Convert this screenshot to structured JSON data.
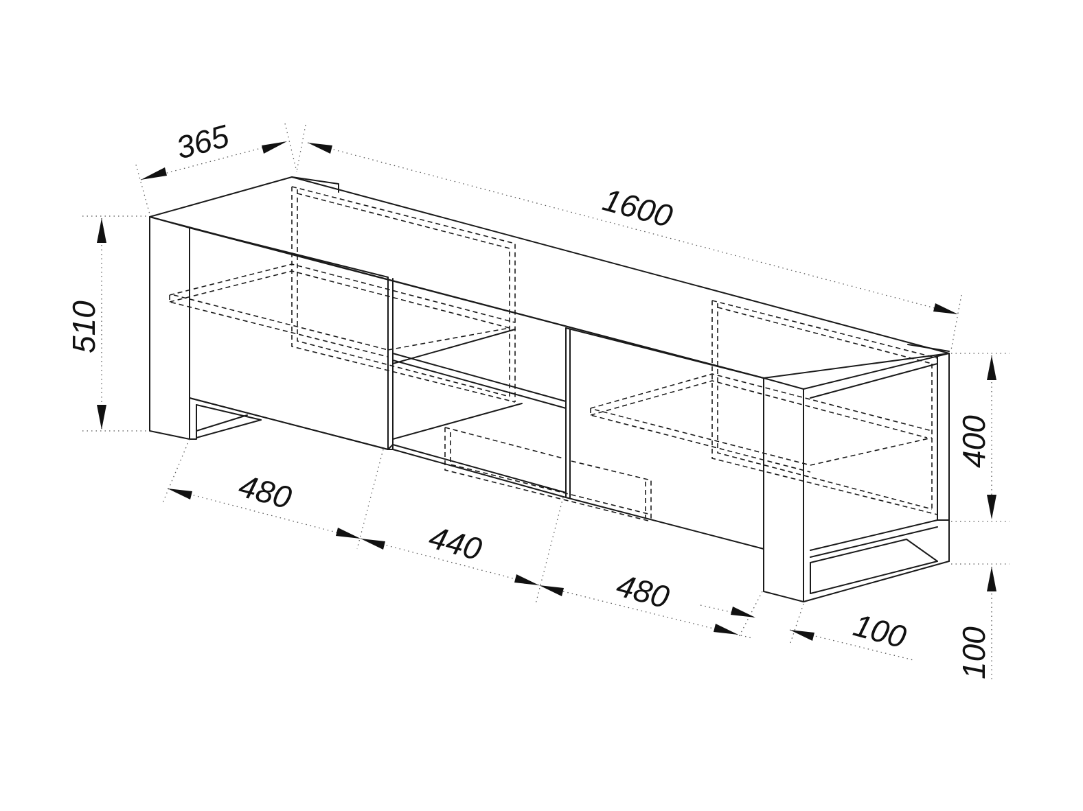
{
  "dimensions": {
    "depth": "365",
    "length": "1600",
    "total_height": "510",
    "body_height": "400",
    "leg_height": "100",
    "left_compartment": "480",
    "middle_compartment": "440",
    "right_compartment": "480",
    "side_width": "100"
  },
  "colors": {
    "line": "#1a1a1a",
    "dimension_line": "#555555",
    "background": "#ffffff"
  }
}
